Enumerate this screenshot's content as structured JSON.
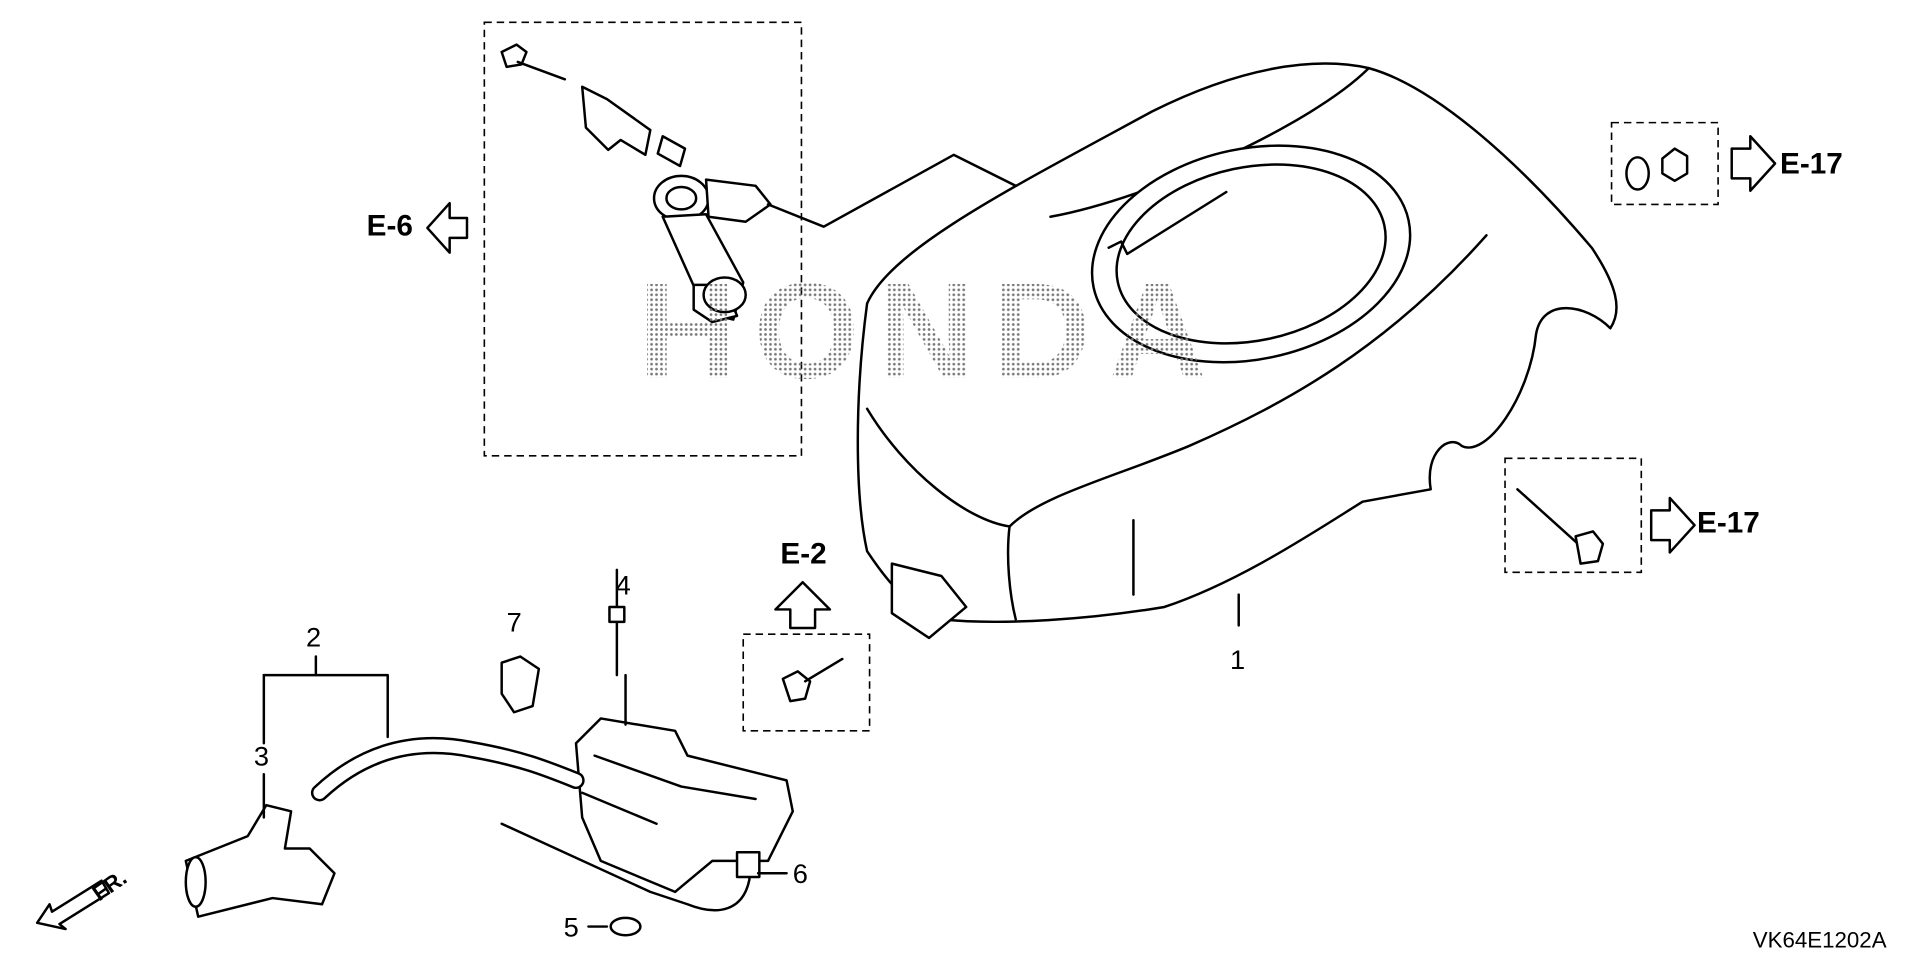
{
  "diagram": {
    "watermark": "HONDA",
    "diagram_code": "VK64E1202A",
    "front_indicator": "FR.",
    "callouts": {
      "p1": "1",
      "p2": "2",
      "p3": "3",
      "p4": "4",
      "p5": "5",
      "p6": "6",
      "p7": "7"
    },
    "references": {
      "e6": "E-6",
      "e17_top": "E-17",
      "e17_bottom": "E-17",
      "e2": "E-2"
    }
  }
}
